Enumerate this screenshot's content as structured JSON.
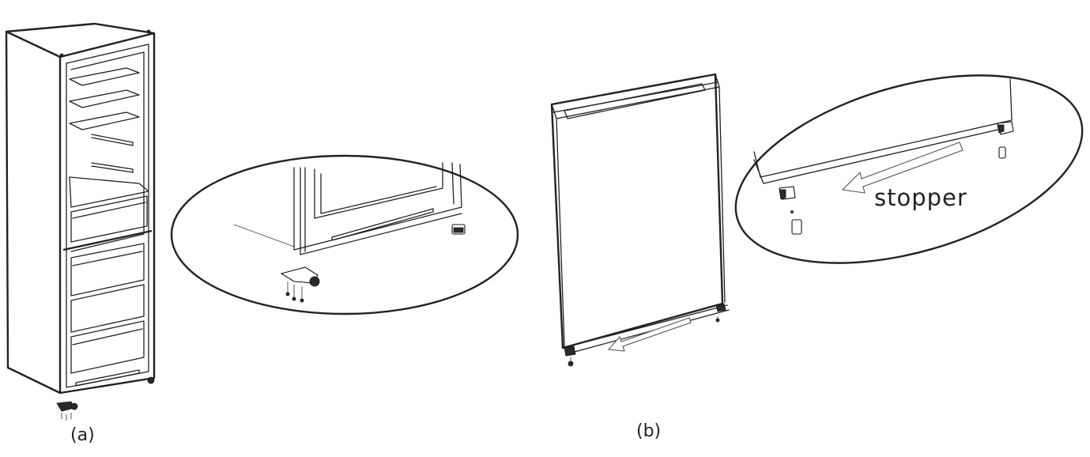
{
  "figure": {
    "caption_a": "(a)",
    "caption_b": "(b)",
    "callout_label": "stopper"
  },
  "colors": {
    "line": "#222222",
    "background": "#ffffff",
    "part_fill": "#2a2a2a"
  }
}
